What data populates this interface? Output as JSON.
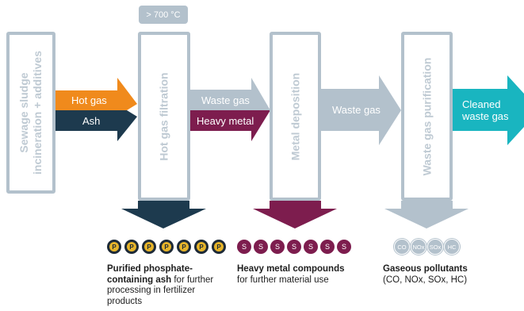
{
  "temp_badge": "> 700 °C",
  "boxes": {
    "incineration": [
      "Sewage sludge",
      "incineration + additives"
    ],
    "filtration": "Hot gas filtration",
    "metal": "Metal deposition",
    "purification": "Waste gas purification"
  },
  "arrows": {
    "hot_gas": "Hot gas",
    "ash": "Ash",
    "waste_gas_1": "Waste gas",
    "heavy_metal": "Heavy metal",
    "waste_gas_2": "Waste gas",
    "cleaned": [
      "Cleaned",
      "waste gas"
    ]
  },
  "outputs": {
    "phosphate": {
      "dot_label": "P",
      "caption_bold": "Purified phosphate-containing ash",
      "caption_rest": " for further processing in fertilizer products"
    },
    "metal": {
      "dot_label": "S",
      "caption_bold": "Heavy metal compounds",
      "caption_rest": "for further material use"
    },
    "gas": {
      "dots": [
        "CO",
        "NOx",
        "SOx",
        "HC"
      ],
      "caption_bold": "Gaseous pollutants",
      "caption_rest": "(CO, NOx, SOx, HC)"
    }
  },
  "colors": {
    "box_border": "#b3c1cc",
    "hot_gas": "#f08a1c",
    "ash": "#1d3a4e",
    "heavy_metal": "#7d1d4e",
    "cleaned": "#19b5c0",
    "gray_arrow": "#b3c1cc",
    "phosphate_gold": "#e6b42a"
  }
}
